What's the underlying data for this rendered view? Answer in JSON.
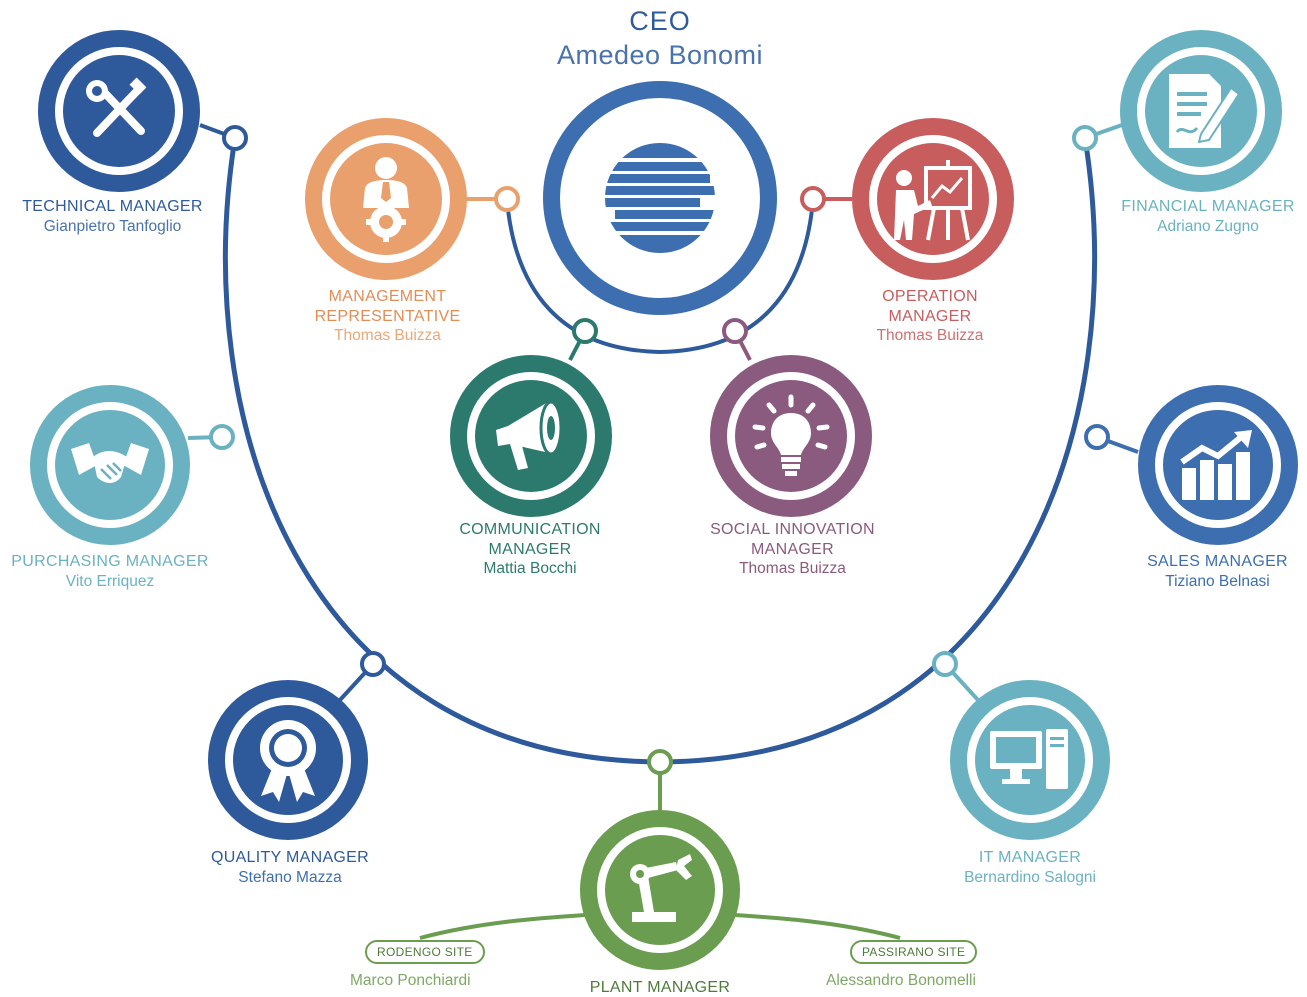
{
  "ceo": {
    "title": "CEO",
    "name": "Amedeo Bonomi"
  },
  "colors": {
    "navy": "#2e5a9c",
    "blue": "#3d6fb0",
    "teal": "#6ab2c2",
    "orange": "#e9a06c",
    "red": "#c75d5d",
    "green_dark": "#2c7a6e",
    "purple": "#8a5b7f",
    "green": "#6a9d4f"
  },
  "roles": {
    "technical": {
      "role": "TECHNICAL MANAGER",
      "person": "Gianpietro Tanfoglio",
      "icon": "tools-icon"
    },
    "purchasing": {
      "role": "PURCHASING MANAGER",
      "person": "Vito Erriquez",
      "icon": "handshake-icon"
    },
    "quality": {
      "role": "QUALITY MANAGER",
      "person": "Stefano Mazza",
      "icon": "award-badge-icon"
    },
    "plant": {
      "role": "PLANT MANAGER",
      "icon": "robot-arm-icon"
    },
    "it": {
      "role": "IT MANAGER",
      "person": "Bernardino Salogni",
      "icon": "computer-icon"
    },
    "sales": {
      "role": "SALES MANAGER",
      "person": "Tiziano Belnasi",
      "icon": "growth-chart-icon"
    },
    "financial": {
      "role": "FINANCIAL MANAGER",
      "person": "Adriano Zugno",
      "icon": "document-sign-icon"
    },
    "management_rep": {
      "role_line1": "MANAGEMENT",
      "role_line2": "REPRESENTATIVE",
      "person": "Thomas Buizza",
      "icon": "businessman-gear-icon"
    },
    "operation": {
      "role_line1": "OPERATION",
      "role_line2": "MANAGER",
      "person": "Thomas Buizza",
      "icon": "presentation-icon"
    },
    "communication": {
      "role_line1": "COMMUNICATION",
      "role_line2": "MANAGER",
      "person": "Mattia Bocchi",
      "icon": "megaphone-icon"
    },
    "social_innovation": {
      "role_line1": "SOCIAL INNOVATION",
      "role_line2": "MANAGER",
      "person": "Thomas Buizza",
      "icon": "lightbulb-icon"
    }
  },
  "sites": {
    "rodengo": {
      "label": "RODENGO SITE",
      "person": "Marco Ponchiardi"
    },
    "passirano": {
      "label": "PASSIRANO SITE",
      "person": "Alessandro Bonomelli"
    }
  }
}
